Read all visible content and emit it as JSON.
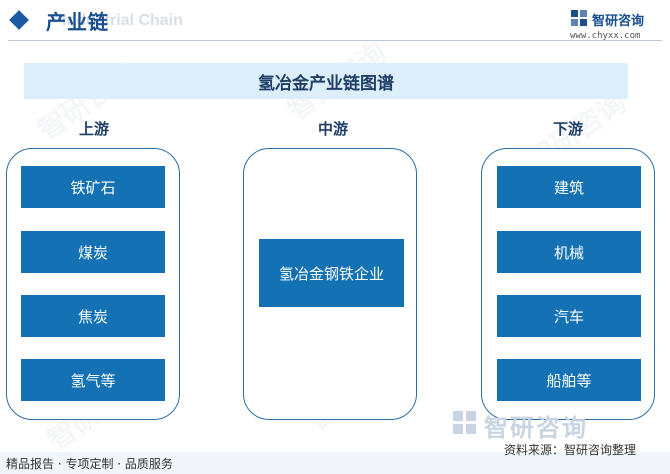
{
  "header": {
    "title": "产业链",
    "ghost_text": "Industrial Chain",
    "brand_name": "智研咨询",
    "brand_url": "www.chyxx.com"
  },
  "diagram": {
    "title": "氢冶金产业链图谱",
    "upstream": {
      "label": "上游",
      "items": [
        "铁矿石",
        "煤炭",
        "焦炭",
        "氢气等"
      ]
    },
    "midstream": {
      "label": "中游",
      "items": [
        "氢冶金钢铁企业"
      ]
    },
    "downstream": {
      "label": "下游",
      "items": [
        "建筑",
        "机械",
        "汽车",
        "船舶等"
      ]
    }
  },
  "watermark": "智研咨询",
  "footer": {
    "left": "精品报告 · 专项定制 · 品质服务",
    "source": "资料来源：智研咨询整理"
  },
  "colors": {
    "primary": "#1472b4",
    "title_band": "#dbeef9",
    "header_text": "#1a4f8f"
  }
}
